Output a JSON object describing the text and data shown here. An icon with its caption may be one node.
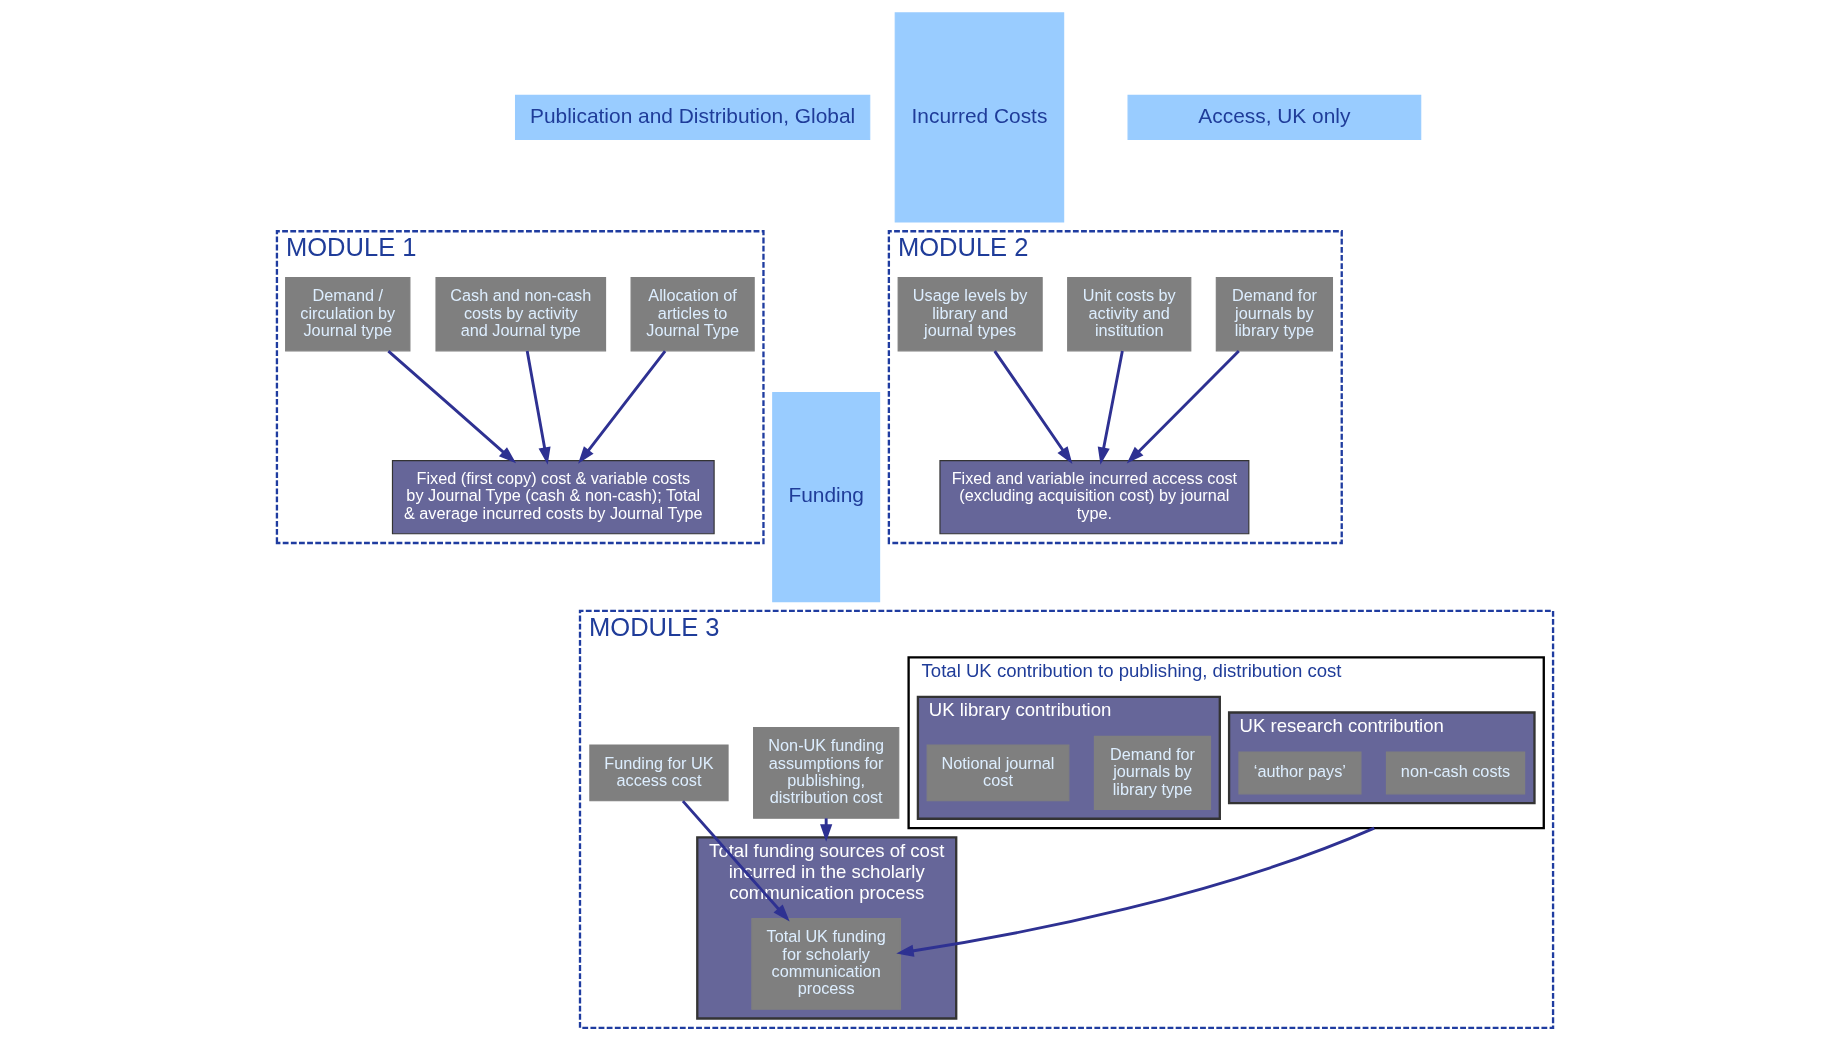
{
  "diagram": {
    "nodes": [
      {
        "text": [
          "Publication and Distribution, Global"
        ]
      },
      {
        "text": [
          "Access, UK only"
        ]
      },
      {
        "text": [
          "Incurred Costs"
        ]
      },
      {
        "text": [
          "Funding"
        ]
      },
      {
        "text": [
          "MODULE 1"
        ]
      },
      {
        "text": [
          "Allocation of articles to Journal Type"
        ],
        "in": 4
      },
      {
        "text": [
          "Cash and non-cash costs by activity and Journal type"
        ],
        "in": 4
      },
      {
        "text": [
          "Demand / circulation by Journal type"
        ],
        "in": 4
      },
      {
        "text": [
          "Fixed (first copy) cost & variable costs by Journal Type (cash & non-cash); Total & average incurred costs by Journal Type"
        ],
        "in": 4
      },
      {
        "text": [
          "MODULE 2"
        ]
      },
      {
        "text": [
          "Demand for journals by library type"
        ],
        "in": 9
      },
      {
        "text": [
          "Unit costs by activity and institution"
        ],
        "in": 9
      },
      {
        "text": [
          "Usage levels by library and journal types"
        ],
        "in": 9
      },
      {
        "text": [
          "Fixed and variable incurred access cost (excluding acquisition cost) by journal type."
        ],
        "in": 9
      },
      {
        "text": [
          "MODULE 3"
        ]
      },
      {
        "text": [
          "Non-UK funding assumptions for publishing, distribution cost"
        ],
        "in": 14
      },
      {
        "text": [
          "Total UK contribution to publishing, distribution cost"
        ],
        "in": 14
      },
      {
        "text": [
          "UK research contribution"
        ],
        "in": 16
      },
      {
        "text": [
          "non-cash costs"
        ],
        "in": 17
      },
      {
        "text": [
          "‘author pays’"
        ],
        "in": 17
      },
      {
        "text": [
          "UK library contribution"
        ],
        "in": 16
      },
      {
        "text": [
          "Demand for journals by library type"
        ],
        "in": 20
      },
      {
        "text": [
          "Notional journal cost"
        ],
        "in": 20
      },
      {
        "text": [
          "Total funding sources of cost incurred in the scholarly communication process"
        ],
        "in": 14
      },
      {
        "text": [
          "Total UK funding for scholarly communication process"
        ],
        "in": 23
      },
      {
        "text": [
          "Funding for UK access cost"
        ],
        "in": 14
      }
    ],
    "edges": [
      {
        "from": 5,
        "to": 8,
        "arrow": "to"
      },
      {
        "from": 6,
        "to": 8,
        "arrow": "to"
      },
      {
        "from": 7,
        "to": 8,
        "arrow": "to"
      },
      {
        "from": 10,
        "to": 13,
        "arrow": "to"
      },
      {
        "from": 11,
        "to": 13,
        "arrow": "to"
      },
      {
        "from": 12,
        "to": 13,
        "arrow": "to"
      },
      {
        "from": 15,
        "to": 23,
        "arrow": "to"
      },
      {
        "from": 16,
        "to": 24,
        "arrow": "to"
      },
      {
        "from": 25,
        "to": 24,
        "arrow": "to"
      }
    ]
  }
}
